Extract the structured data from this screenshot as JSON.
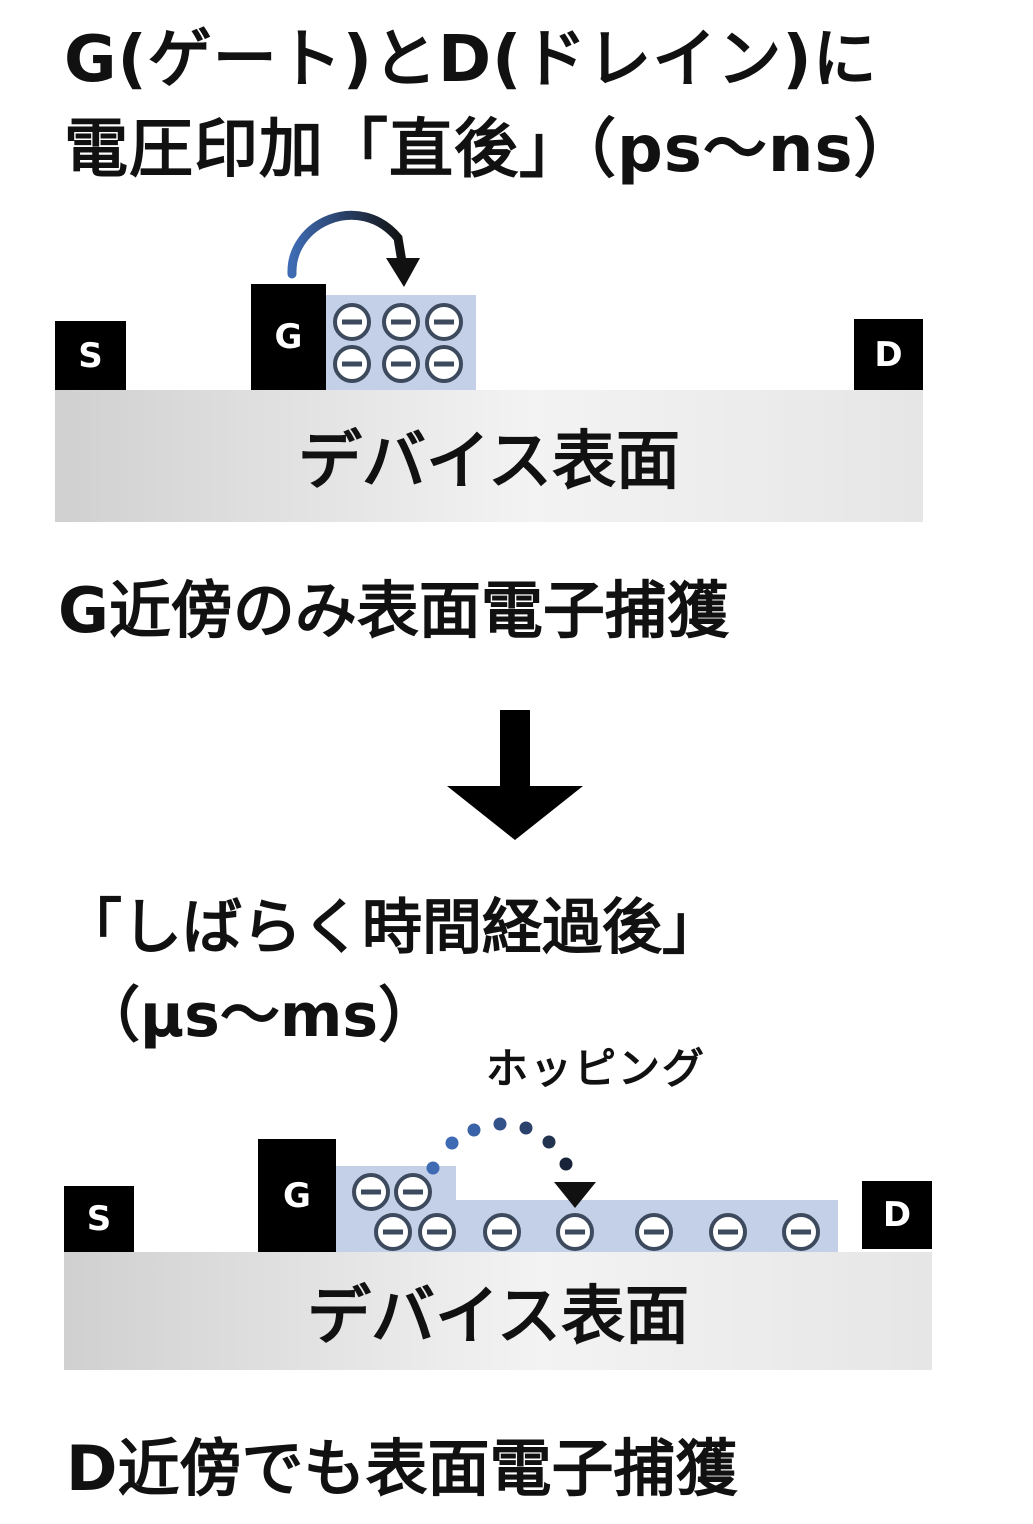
{
  "title": {
    "line1": "G(ゲート)とD(ドレイン)に",
    "line2": "電圧印加「直後」（ps〜ns）"
  },
  "panel_before": {
    "source_label": "S",
    "gate_label": "G",
    "drain_label": "D",
    "surface_label": "デバイス表面",
    "caption": "G近傍のみ表面電子捕獲"
  },
  "after_title": {
    "line1": "「しばらく時間経過後」",
    "line2": "（μs〜ms）"
  },
  "panel_after": {
    "source_label": "S",
    "gate_label": "G",
    "drain_label": "D",
    "hopping_label": "ホッピング",
    "surface_label": "デバイス表面",
    "caption": "D近傍でも表面電子捕獲"
  },
  "icons": {
    "electron": "electron-minus-icon",
    "transition_arrow": "arrow-down-icon",
    "transfer_arrow": "curved-arrow-icon",
    "hopping_path": "dotted-arrow-icon"
  },
  "colors": {
    "electrode": "#000000",
    "trap_region": "#c3d0e8",
    "electron_stroke": "#3d4a5e",
    "arrow_blue": "#3e6bb3",
    "arrow_dark": "#111111"
  }
}
